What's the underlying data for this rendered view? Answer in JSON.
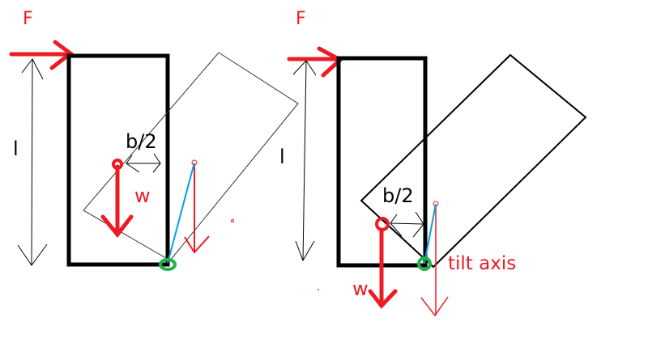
{
  "colors": {
    "force": "#ed1c24",
    "block": "#000000",
    "tilt_line": "#00a2e8",
    "pivot": "#22b14c"
  },
  "left": {
    "force_label": "F",
    "height_label": "l",
    "half_width_label": "b/2",
    "weight_label": "w"
  },
  "right": {
    "force_label": "F",
    "height_label": "l",
    "half_width_label": "b/2",
    "weight_label": "w",
    "pivot_label": "tilt axis"
  }
}
